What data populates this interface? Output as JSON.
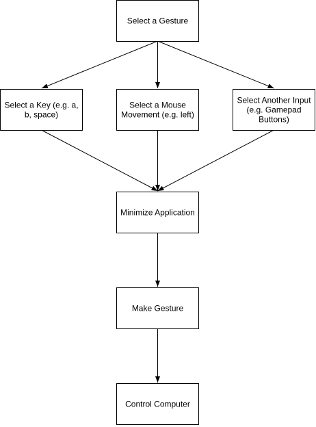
{
  "diagram": {
    "nodes": {
      "select_gesture": [
        "Select a Gesture"
      ],
      "select_key": [
        "Select a Key (e.g. a,",
        "b, space)"
      ],
      "select_mouse": [
        "Select a Mouse",
        "Movement (e.g. left)"
      ],
      "select_other": [
        "Select Another Input",
        "(e.g. Gamepad",
        "Buttons)"
      ],
      "minimize_app": [
        "Minimize Application"
      ],
      "make_gesture": [
        "Make Gesture"
      ],
      "control_computer": [
        "Control Computer"
      ]
    },
    "edges": [
      {
        "from": "select_gesture",
        "to": "select_key"
      },
      {
        "from": "select_gesture",
        "to": "select_mouse"
      },
      {
        "from": "select_gesture",
        "to": "select_other"
      },
      {
        "from": "select_key",
        "to": "minimize_app"
      },
      {
        "from": "select_mouse",
        "to": "minimize_app"
      },
      {
        "from": "select_other",
        "to": "minimize_app"
      },
      {
        "from": "minimize_app",
        "to": "make_gesture"
      },
      {
        "from": "make_gesture",
        "to": "control_computer"
      }
    ],
    "colors": {
      "stroke": "#000000",
      "fill": "#ffffff",
      "text": "#000000"
    }
  }
}
